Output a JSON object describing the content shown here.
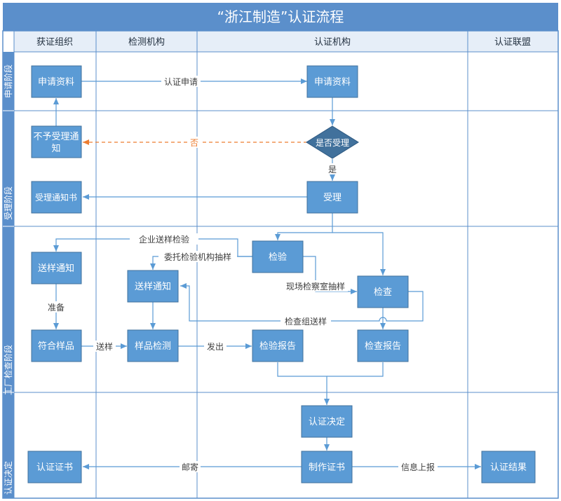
{
  "title": "“浙江制造”认证流程",
  "columns": {
    "c1": "获证组织",
    "c2": "检测机构",
    "c3": "认证机构",
    "c4": "认证联盟"
  },
  "stages": {
    "s1": "申请阶段",
    "s2": "受理阶段",
    "s3": "工厂检查阶段",
    "s4": "认证决定"
  },
  "nodes": {
    "apply_material_org": "申请资料",
    "apply_material_cert": "申请资料",
    "not_accept_notice_line1": "不予受理通",
    "not_accept_notice_line2": "知",
    "accept_decision": "是否受理",
    "accept_notice": "受理通知书",
    "accept": "受理",
    "sample_notice_org": "送样通知",
    "inspection": "检验",
    "sample_notice_lab": "送样通知",
    "examination": "检查",
    "qualified_sample": "符合样品",
    "sample_testing": "样品检测",
    "inspection_report": "检验报告",
    "examination_report": "检查报告",
    "cert_decision": "认证决定",
    "make_certificate": "制作证书",
    "certificate": "认证证书",
    "cert_result": "认证结果"
  },
  "edge_labels": {
    "apply": "认证申请",
    "no": "否",
    "yes": "是",
    "enterprise_sample": "企业送样检验",
    "entrust_lab": "委托检验机构抽样",
    "onsite_sample": "现场检察室抽样",
    "prepare": "准备",
    "check_group_sample": "检查组送样",
    "send_sample": "送样",
    "issue": "发出",
    "mail": "邮寄",
    "info_report": "信息上报"
  },
  "colors": {
    "title_bg": "#5b8fcb",
    "header_bg": "#e6eef8",
    "stage_bg": "#5b8fcb",
    "box_fill": "#5b9bd5",
    "box_stroke": "#41719c",
    "connector": "#5b9bd5",
    "no_connector": "#ed7d31",
    "grid": "#5b8fcb"
  }
}
